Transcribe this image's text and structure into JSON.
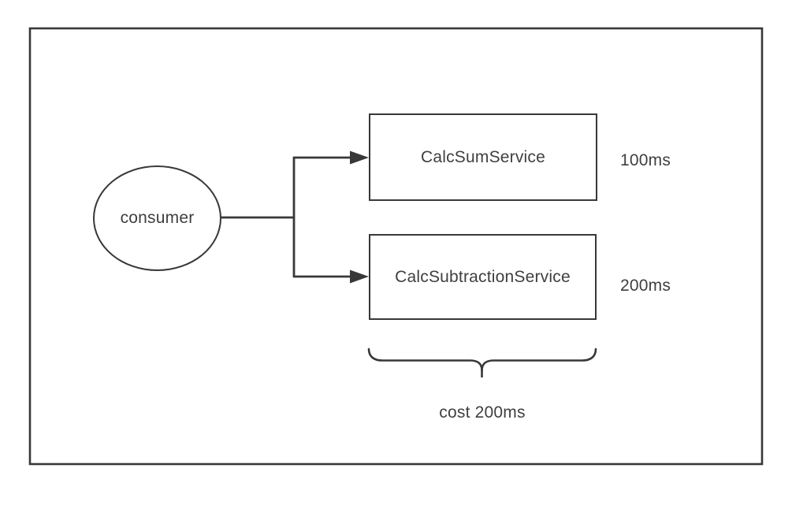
{
  "diagram": {
    "consumer": {
      "label": "consumer"
    },
    "services": [
      {
        "name": "CalcSumService",
        "latency": "100ms"
      },
      {
        "name": "CalcSubtractionService",
        "latency": "200ms"
      }
    ],
    "cost_label": "cost 200ms"
  },
  "colors": {
    "stroke": "#383838",
    "text": "#3f3f3f",
    "background": "#ffffff"
  }
}
